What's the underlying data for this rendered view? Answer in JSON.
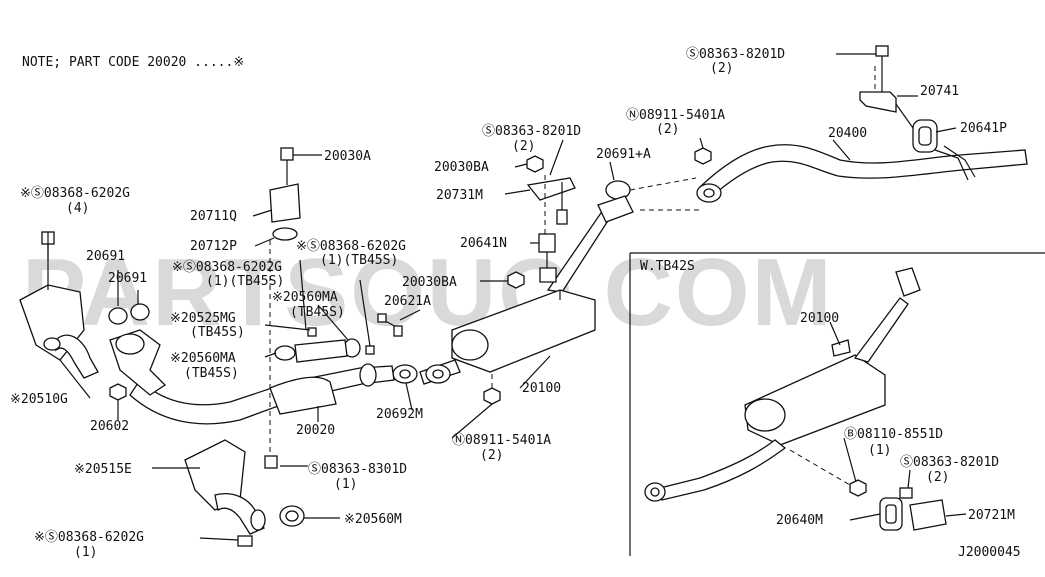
{
  "note": "NOTE; PART CODE 20020 .....※",
  "inset_title": "W.TB42S",
  "diagram_code": "J2000045",
  "watermark": "PARTSOUQ.COM",
  "labels": {
    "c1": "Ⓢ08363-8201D",
    "c1q": "(2)",
    "l20741": "20741",
    "l20400": "20400",
    "l20641P": "20641P",
    "n1": "Ⓝ08911-5401A",
    "n1q": "(2)",
    "s2": "Ⓢ08363-8201D",
    "s2q": "(2)",
    "l20691A": "20691+A",
    "l20030BA1": "20030BA",
    "l20731M": "20731M",
    "l20641N": "20641N",
    "l20030BA2": "20030BA",
    "l20030A": "20030A",
    "s3": "※Ⓢ08368-6202G",
    "s3q": "(4)",
    "l20711Q": "20711Q",
    "l20712P": "20712P",
    "s4": "※Ⓢ08368-6202G",
    "s4q": "(1)(TB45S)",
    "s5": "※Ⓢ08368-6202G",
    "s5q": "(1)(TB45S)",
    "l20691a": "20691",
    "l20691b": "20691",
    "l20560MA1": "※20560MA",
    "l20560MA1q": "(TB45S)",
    "l20621A": "20621A",
    "l20525MG": "※20525MG",
    "l20525MGq": "(TB45S)",
    "l20560MA2": "※20560MA",
    "l20560MA2q": "(TB45S)",
    "l20100": "20100",
    "l20510G": "※20510G",
    "l20692M": "20692M",
    "l20602": "20602",
    "l20020": "20020",
    "n2": "Ⓝ08911-5401A",
    "n2q": "(2)",
    "l20515E": "※20515E",
    "s6": "Ⓢ08363-8301D",
    "s6q": "(1)",
    "l20560M": "※20560M",
    "s7": "※Ⓢ08368-6202G",
    "s7q": "(1)",
    "i20100": "20100",
    "b1": "Ⓑ08110-8551D",
    "b1q": "(1)",
    "s8": "Ⓢ08363-8201D",
    "s8q": "(2)",
    "l20640M": "20640M",
    "l20721M": "20721M"
  }
}
